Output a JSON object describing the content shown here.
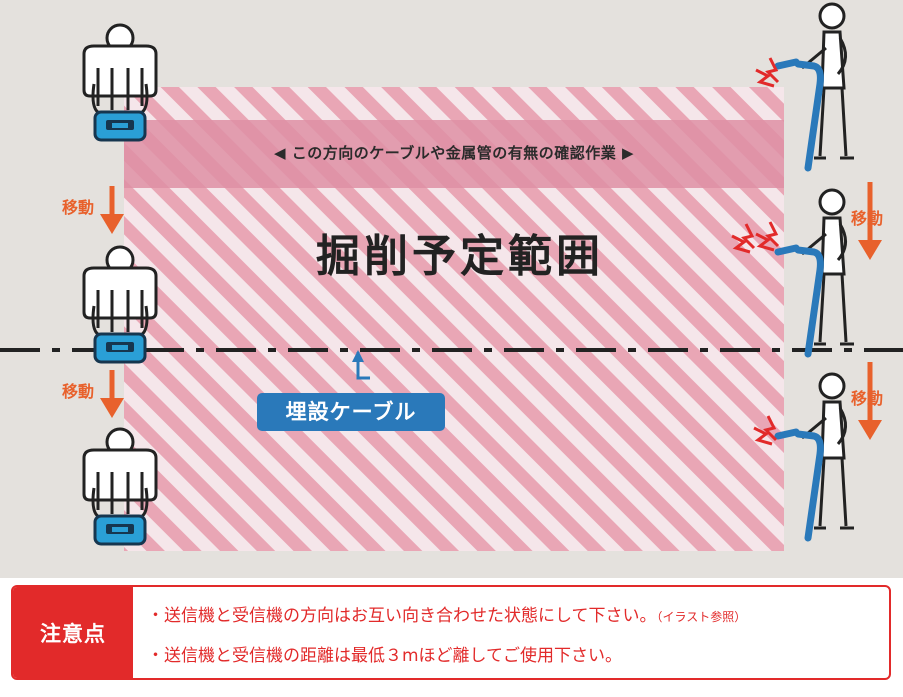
{
  "labels": {
    "direction": "◀ この方向のケーブルや金属管の有無の確認作業 ▶",
    "area_title": "掘削予定範囲",
    "buried_cable": "埋設ケーブル",
    "move": "移動"
  },
  "notes": {
    "heading": "注意点",
    "items": [
      {
        "text": "・送信機と受信機の方向はお互い向き合わせた状態にして下さい。",
        "suffix": "（イラスト参照）"
      },
      {
        "text": "・送信機と受信機の距離は最低３mほど離してご使用下さい。",
        "suffix": ""
      }
    ]
  },
  "colors": {
    "background": "#e4e1dd",
    "hatch_pink": "#e9a6b5",
    "band_pink": "#de8fa4",
    "cable_blue": "#2a79ba",
    "arrow_orange": "#e8612c",
    "spark_red": "#e22a2a",
    "note_red": "#e22a2a"
  }
}
